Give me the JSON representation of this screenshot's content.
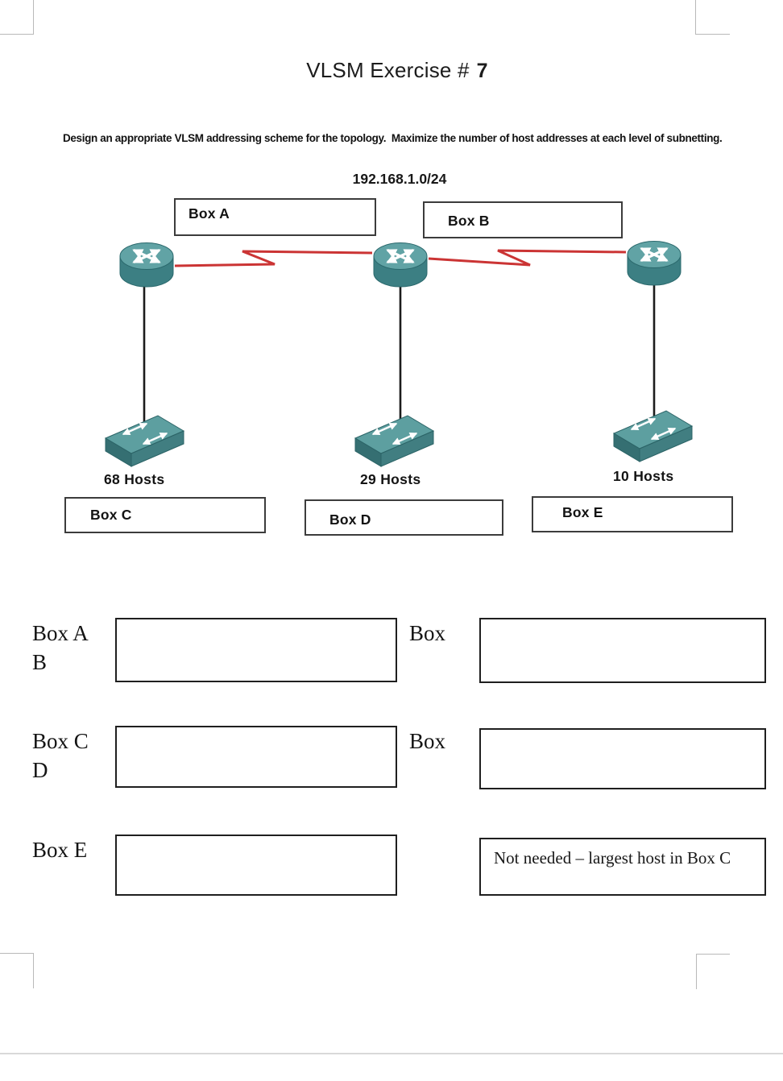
{
  "page": {
    "title": "VLSM Exercise #",
    "exercise_number": "7",
    "instruction": "Design an appropriate VLSM addressing scheme for the topology.  Maximize the number of host addresses at each level of subnetting.",
    "network_address": "192.168.1.0/24"
  },
  "topology": {
    "box_a_label": "Box A",
    "box_b_label": "Box B",
    "box_c_label": "Box C",
    "box_d_label": "Box D",
    "box_e_label": "Box E",
    "lan_left_hosts": "68 Hosts",
    "lan_center_hosts": "29 Hosts",
    "lan_right_hosts": "10 Hosts",
    "device_names": [
      "router-left",
      "router-center",
      "router-right",
      "switch-left",
      "switch-center",
      "switch-right"
    ]
  },
  "answer_table": {
    "row1": {
      "left_line1": "Box A",
      "left_line2": "B",
      "right_label": "Box"
    },
    "row2": {
      "left_line1": "Box C",
      "left_line2": "D",
      "right_label": "Box"
    },
    "row3": {
      "left_label": "Box E",
      "right_note": "Not needed – largest host in Box C"
    }
  },
  "colors": {
    "serial_link_red": "#cb3434",
    "device_teal_top": "#61a3a5",
    "device_teal_body": "#3c7f83",
    "diagram_box_border": "#3c3c3c",
    "answer_box_border": "#1f1f1f",
    "corner_mark_gray": "#b9b9b9"
  }
}
